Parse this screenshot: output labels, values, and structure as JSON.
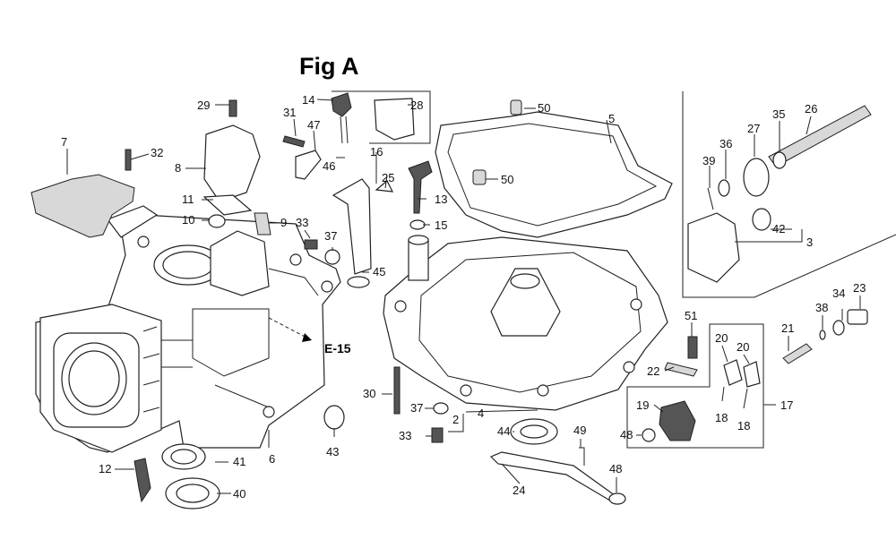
{
  "figure": {
    "title": "Fig A",
    "reference": "E-15"
  },
  "callouts": [
    {
      "id": "c29",
      "text": "29"
    },
    {
      "id": "c31",
      "text": "31"
    },
    {
      "id": "c14",
      "text": "14"
    },
    {
      "id": "c28",
      "text": "28"
    },
    {
      "id": "c47",
      "text": "47"
    },
    {
      "id": "c50a",
      "text": "50"
    },
    {
      "id": "c5",
      "text": "5"
    },
    {
      "id": "c35",
      "text": "35"
    },
    {
      "id": "c26",
      "text": "26"
    },
    {
      "id": "c7",
      "text": "7"
    },
    {
      "id": "c32",
      "text": "32"
    },
    {
      "id": "c8",
      "text": "8"
    },
    {
      "id": "c16",
      "text": "16"
    },
    {
      "id": "c46",
      "text": "46"
    },
    {
      "id": "c25",
      "text": "25"
    },
    {
      "id": "c27",
      "text": "27"
    },
    {
      "id": "c36",
      "text": "36"
    },
    {
      "id": "c39",
      "text": "39"
    },
    {
      "id": "c50b",
      "text": "50"
    },
    {
      "id": "c11",
      "text": "11"
    },
    {
      "id": "c13",
      "text": "13"
    },
    {
      "id": "c10",
      "text": "10"
    },
    {
      "id": "c9",
      "text": "9"
    },
    {
      "id": "c33a",
      "text": "33"
    },
    {
      "id": "c15",
      "text": "15"
    },
    {
      "id": "c42",
      "text": "42"
    },
    {
      "id": "c3",
      "text": "3"
    },
    {
      "id": "c37a",
      "text": "37"
    },
    {
      "id": "c45",
      "text": "45"
    },
    {
      "id": "c34",
      "text": "34"
    },
    {
      "id": "c23",
      "text": "23"
    },
    {
      "id": "c38",
      "text": "38"
    },
    {
      "id": "c51",
      "text": "51"
    },
    {
      "id": "c21",
      "text": "21"
    },
    {
      "id": "c20a",
      "text": "20"
    },
    {
      "id": "c20b",
      "text": "20"
    },
    {
      "id": "c22",
      "text": "22"
    },
    {
      "id": "c30",
      "text": "30"
    },
    {
      "id": "c19",
      "text": "19"
    },
    {
      "id": "c17",
      "text": "17"
    },
    {
      "id": "c37b",
      "text": "37"
    },
    {
      "id": "c4",
      "text": "4"
    },
    {
      "id": "c18a",
      "text": "18"
    },
    {
      "id": "c18b",
      "text": "18"
    },
    {
      "id": "c2",
      "text": "2"
    },
    {
      "id": "c43",
      "text": "43"
    },
    {
      "id": "c33b",
      "text": "33"
    },
    {
      "id": "c44",
      "text": "44"
    },
    {
      "id": "c49",
      "text": "49"
    },
    {
      "id": "c48a",
      "text": "48"
    },
    {
      "id": "c12",
      "text": "12"
    },
    {
      "id": "c41",
      "text": "41"
    },
    {
      "id": "c6",
      "text": "6"
    },
    {
      "id": "c48b",
      "text": "48"
    },
    {
      "id": "c24",
      "text": "24"
    },
    {
      "id": "c40",
      "text": "40"
    }
  ]
}
